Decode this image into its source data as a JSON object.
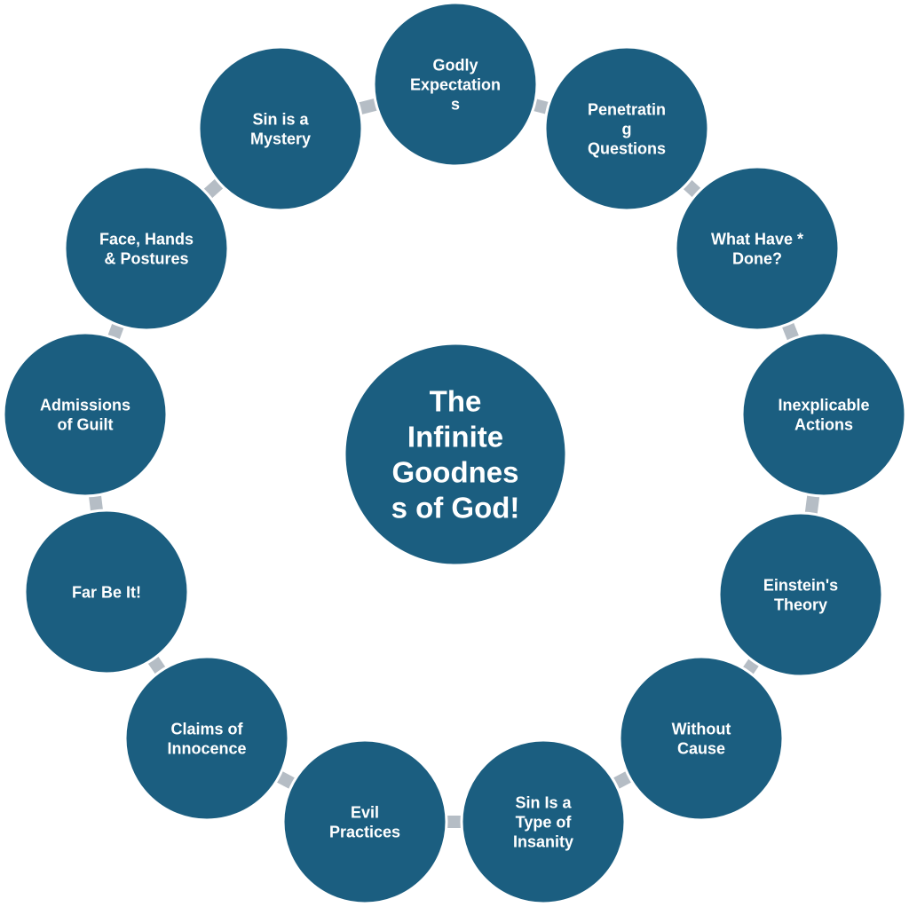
{
  "colors": {
    "node": "#1b5e80",
    "connector": "#b5bdc5",
    "text": "#ffffff"
  },
  "center": {
    "label_lines": [
      "The",
      "Infinite",
      "Goodnes",
      "s of God!"
    ]
  },
  "nodes": [
    {
      "label_lines": [
        "Godly",
        "Expectation",
        "s"
      ]
    },
    {
      "label_lines": [
        "Penetratin",
        "g",
        "Questions"
      ]
    },
    {
      "label_lines": [
        "What Have *",
        "Done?"
      ]
    },
    {
      "label_lines": [
        "Inexplicable",
        "Actions"
      ]
    },
    {
      "label_lines": [
        "Einstein's",
        "Theory"
      ]
    },
    {
      "label_lines": [
        "Without",
        "Cause"
      ]
    },
    {
      "label_lines": [
        "Sin Is a",
        "Type of",
        "Insanity"
      ]
    },
    {
      "label_lines": [
        "Evil",
        "Practices"
      ]
    },
    {
      "label_lines": [
        "Claims of",
        "Innocence"
      ]
    },
    {
      "label_lines": [
        "Far Be It!"
      ]
    },
    {
      "label_lines": [
        "Admissions",
        "of Guilt"
      ]
    },
    {
      "label_lines": [
        "Face, Hands",
        "& Postures"
      ]
    },
    {
      "label_lines": [
        "Sin is a",
        "Mystery"
      ]
    }
  ]
}
